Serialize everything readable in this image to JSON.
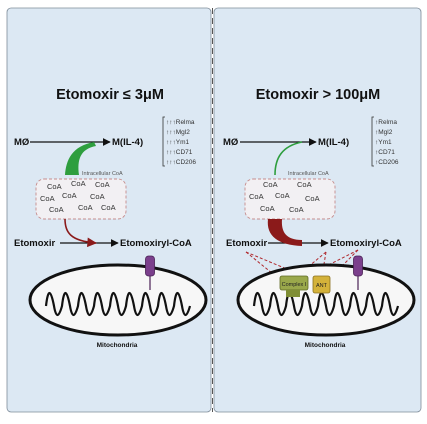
{
  "left_panel": {
    "title": "Etomoxir ≤ 3μM",
    "macrophage": "MØ",
    "polarized": "M(IL-4)",
    "markers": [
      "↑↑↑Relma",
      "↑↑↑Mgl2",
      "↑↑↑Ym1",
      "↑↑↑CD71",
      "↑↑↑CD206"
    ],
    "pool_label": "Intracellular CoA",
    "coa": "CoA",
    "drug": "Etomoxir",
    "product": "Etomoxiryl-CoA",
    "organelle": "Mitochondria"
  },
  "right_panel": {
    "title": "Etomoxir > 100μM",
    "macrophage": "MØ",
    "polarized": "M(IL-4)",
    "markers": [
      "↑Relma",
      "↑Mgl2",
      "↑Ym1",
      "↑CD71",
      "↑CD206"
    ],
    "pool_label": "Intracellular CoA",
    "coa": "CoA",
    "drug": "Etomoxir",
    "product": "Etomoxiryl-CoA",
    "complex_i": "Complex I",
    "ant": "ANT",
    "organelle": "Mitochondria"
  },
  "colors": {
    "panel_background": "#dce8f3",
    "supply_arrow": "#2e9e3e",
    "consumption_arrow": "#8b1a1a",
    "inhibition_line": "#b0282d",
    "complex_i": "#9aa84b",
    "ant": "#d4b23a",
    "transporter": "#7b3f8c"
  }
}
